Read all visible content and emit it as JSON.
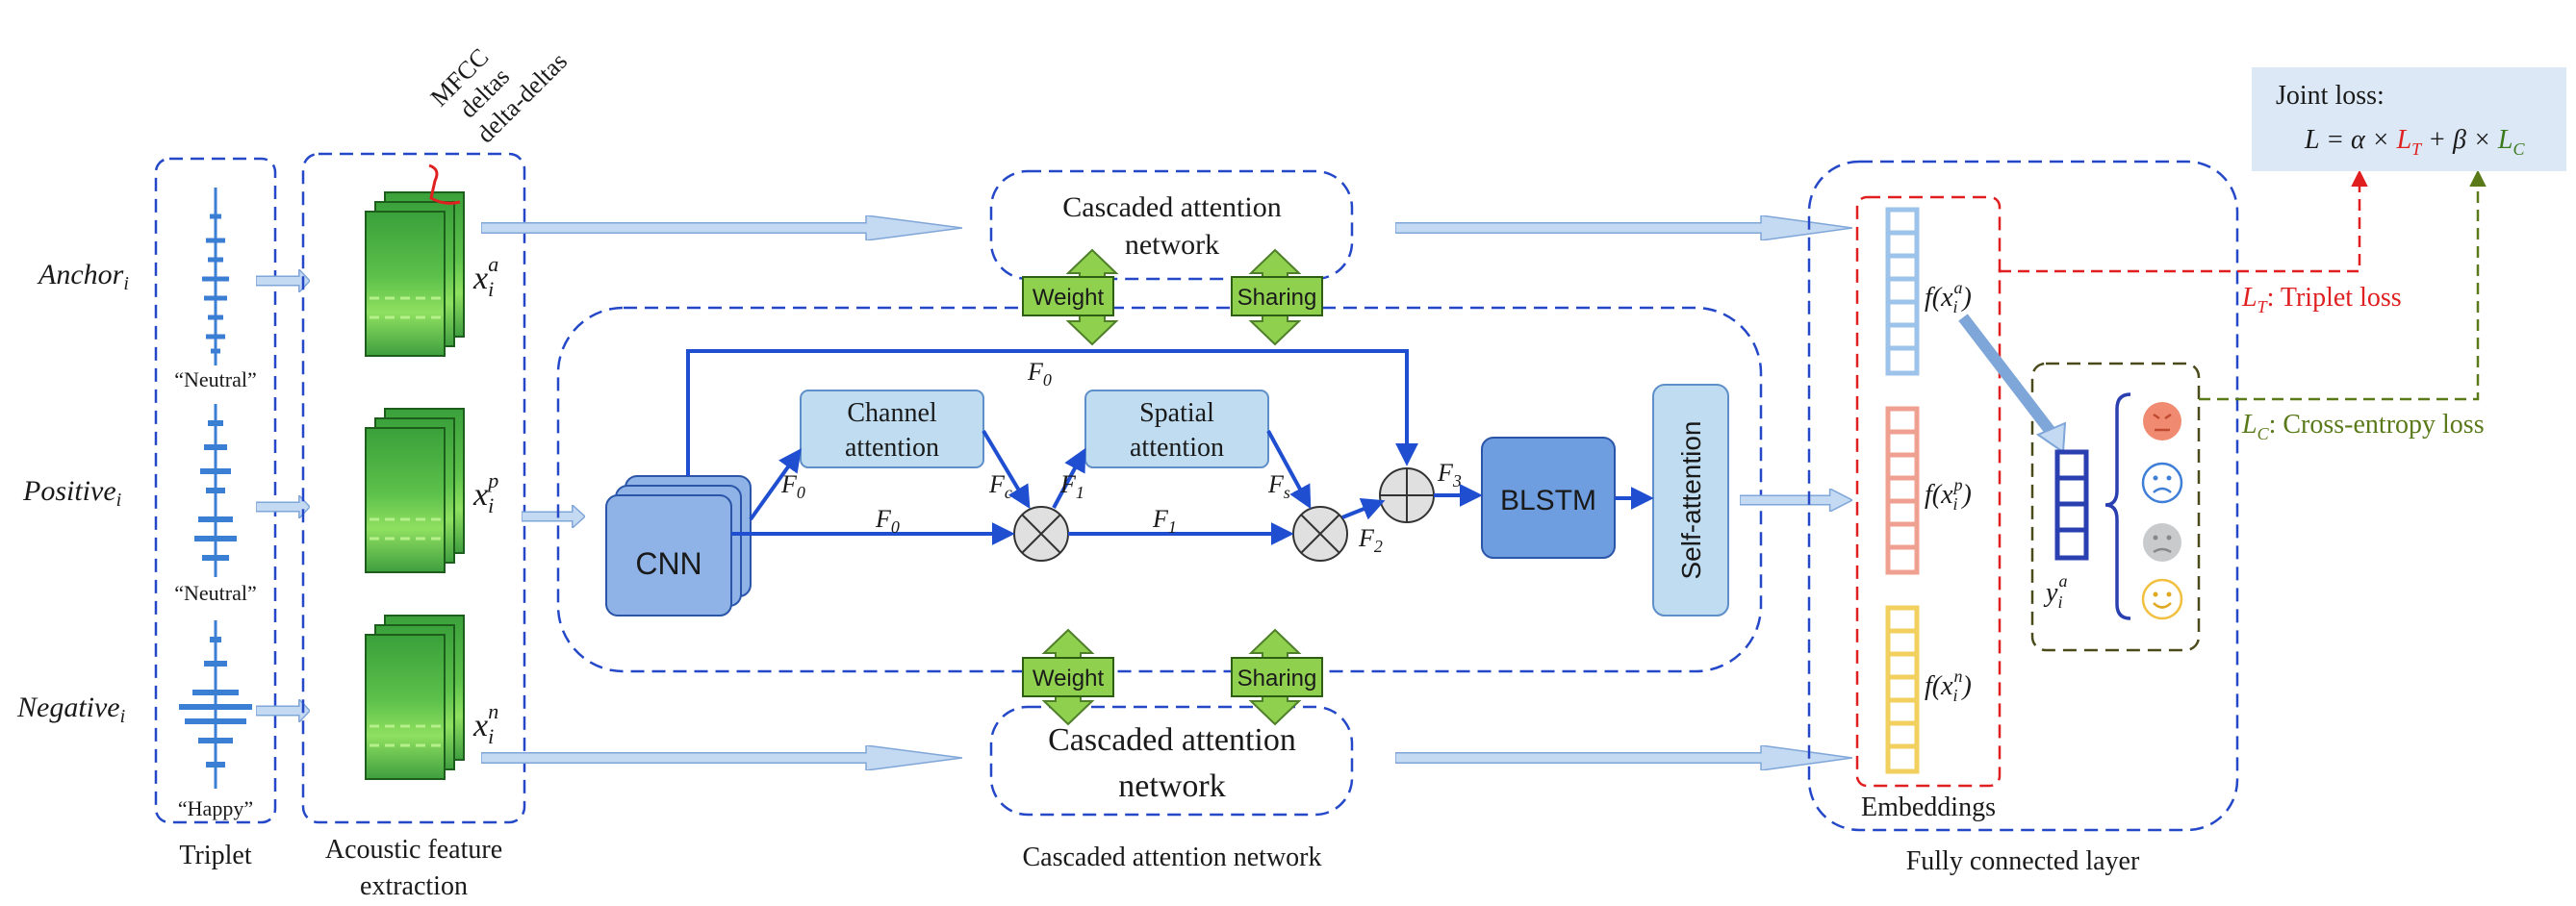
{
  "inputs": {
    "anchor": {
      "name": "Anchor",
      "sub": "i",
      "emotion": "“Neutral”",
      "feat": "x",
      "feat_sub": "i",
      "feat_sup": "a"
    },
    "positive": {
      "name": "Positive",
      "sub": "i",
      "emotion": "“Neutral”",
      "feat": "x",
      "feat_sub": "i",
      "feat_sup": "p"
    },
    "negative": {
      "name": "Negative",
      "sub": "i",
      "emotion": "“Happy”",
      "feat": "x",
      "feat_sub": "i",
      "feat_sup": "n"
    }
  },
  "feature_types": [
    "MFCC",
    "deltas",
    "delta-deltas"
  ],
  "captions": {
    "triplet": "Triplet",
    "acoustic_1": "Acoustic feature",
    "acoustic_2": "extraction",
    "can": "Cascaded attention network",
    "fc": "Fully connected layer",
    "embeddings": "Embeddings"
  },
  "can_top": {
    "line1": "Cascaded attention",
    "line2": "network"
  },
  "can_bottom": {
    "line1": "Cascaded attention",
    "line2": "network"
  },
  "sharing": {
    "weight": "Weight",
    "sharing": "Sharing"
  },
  "blocks": {
    "cnn": "CNN",
    "channel_1": "Channel",
    "channel_2": "attention",
    "spatial_1": "Spatial",
    "spatial_2": "attention",
    "blstm": "BLSTM",
    "self_attention": "Self-attention"
  },
  "features": {
    "f0_top": {
      "base": "F",
      "sub": "0"
    },
    "f0_a": {
      "base": "F",
      "sub": "0"
    },
    "f0_b": {
      "base": "F",
      "sub": "0"
    },
    "fc": {
      "base": "F",
      "sub": "c"
    },
    "f1_a": {
      "base": "F",
      "sub": "1"
    },
    "f1_b": {
      "base": "F",
      "sub": "1"
    },
    "fs": {
      "base": "F",
      "sub": "s"
    },
    "f2": {
      "base": "F",
      "sub": "2"
    },
    "f3": {
      "base": "F",
      "sub": "3"
    }
  },
  "embeddings": {
    "a": {
      "pre": "f(x",
      "sub": "i",
      "sup": "a",
      "post": ")"
    },
    "p": {
      "pre": "f(x",
      "sub": "i",
      "sup": "p",
      "post": ")"
    },
    "n": {
      "pre": "f(x",
      "sub": "i",
      "sup": "n",
      "post": ")"
    }
  },
  "prediction": {
    "base": "y",
    "sub": "i",
    "sup": "a"
  },
  "losses": {
    "triplet_sym": "L",
    "triplet_sub": "T",
    "triplet_text": ": Triplet loss",
    "ce_sym": "L",
    "ce_sub": "C",
    "ce_text": ": Cross-entropy loss"
  },
  "joint": {
    "title": "Joint loss:",
    "lhs": "L = α × ",
    "lt": "L",
    "lt_sub": "T",
    "mid": " + β × ",
    "lc": "L",
    "lc_sub": "C"
  },
  "colors": {
    "dash_blue": "#2448c8",
    "arrow_blue": "#1f4fd0",
    "light_arrow": "#b8d0ee",
    "block_fill": "#8fb3e6",
    "attn_fill": "#bfdcf0",
    "green": "#8fd14f",
    "red": "#e02020",
    "olive": "#5a7a1a",
    "joint_bg": "#dce8f6",
    "emb_a": "#9ec3ea",
    "emb_p": "#f0a090",
    "emb_n": "#f2d060"
  }
}
